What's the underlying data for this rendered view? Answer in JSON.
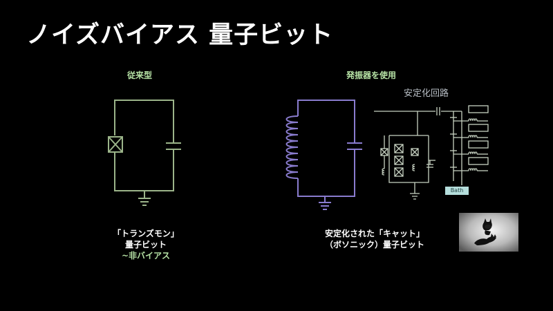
{
  "slide": {
    "title": "ノイズバイアス 量子ビット"
  },
  "left_diagram": {
    "heading": "従来型",
    "caption_line1": "「トランズモン」",
    "caption_line2": "量子ビット",
    "caption_line3": "~非バイアス"
  },
  "right_diagram": {
    "heading": "発振器を使用",
    "stabilizer_title": "安定化回路",
    "bath_label": "Bath",
    "caption_line1": "安定化された「キャット」",
    "caption_line2": "（ボソニック）量子ビット"
  },
  "colors": {
    "background": "#000000",
    "title": "#ffffff",
    "heading_green": "#b7e3a6",
    "transmon_circuit": "#9cb58a",
    "oscillator_circuit": "#8a7ccf",
    "stabilizer_circuit": "#c8d3c3",
    "bath_fill": "#b5dedc"
  }
}
